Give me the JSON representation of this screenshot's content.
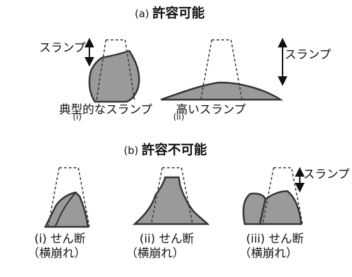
{
  "header_a": {
    "prefix": "(a) ",
    "title": "許容可能"
  },
  "header_b": {
    "prefix": "(b) ",
    "title": "許容不可能"
  },
  "slump_label": "スランプ",
  "captions": {
    "typical": "典型的なスランプ",
    "typical_num": "(i)",
    "high": "高いスランプ",
    "high_num": "(ii)",
    "shear_1": "(i) せん断",
    "shear_1_sub": "（横崩れ）",
    "shear_2": "(ii) せん断",
    "shear_2_sub": "（横崩れ）",
    "shear_3": "(iii) せん断",
    "shear_3_sub": "（横崩れ）"
  },
  "colors": {
    "concrete": "#9a9a9a",
    "outline": "#333333",
    "cone": "#333333"
  }
}
